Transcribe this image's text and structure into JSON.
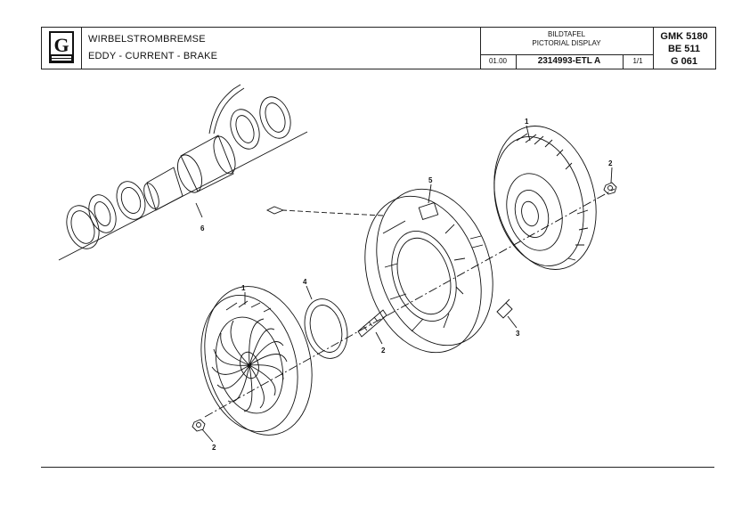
{
  "header": {
    "title_de": "WIRBELSTROMBREMSE",
    "title_en": "EDDY - CURRENT - BRAKE",
    "display_de": "BILDTAFEL",
    "display_en": "PICTORIAL DISPLAY",
    "date": "01.00",
    "doc_number": "2314993-ETL  A",
    "page": "1/1",
    "model_line1": "GMK 5180",
    "model_line2": "BE 511",
    "model_line3": "G 061",
    "logo_letter": "G"
  },
  "callouts": {
    "c1a": "1",
    "c2a": "2",
    "c5": "5",
    "c6": "6",
    "c1b": "1",
    "c4": "4",
    "c2b": "2",
    "c3": "3",
    "c2c": "2"
  },
  "colors": {
    "line": "#111111",
    "background": "#ffffff"
  }
}
